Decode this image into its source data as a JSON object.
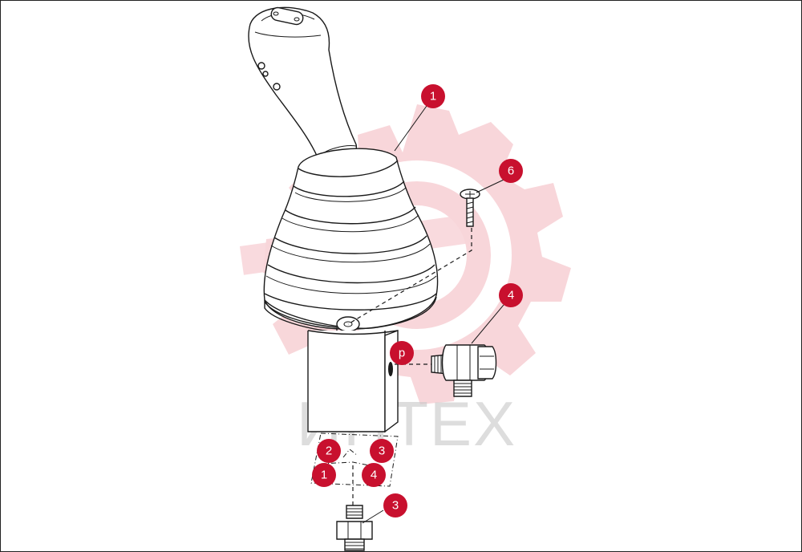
{
  "watermark": {
    "text": "ИНТЕХ"
  },
  "callouts": [
    {
      "id": "boot",
      "label": "1"
    },
    {
      "id": "screw",
      "label": "6"
    },
    {
      "id": "fitting-elbow",
      "label": "4"
    },
    {
      "id": "port-p",
      "label": "p"
    },
    {
      "id": "port-2",
      "label": "2"
    },
    {
      "id": "port-3",
      "label": "3"
    },
    {
      "id": "port-1",
      "label": "1"
    },
    {
      "id": "port-4",
      "label": "4"
    },
    {
      "id": "fitting-straight",
      "label": "3"
    }
  ],
  "colors": {
    "callout": "#c8102e",
    "watermark_gear": "#f3b8bf",
    "line": "#1a1a1a"
  }
}
